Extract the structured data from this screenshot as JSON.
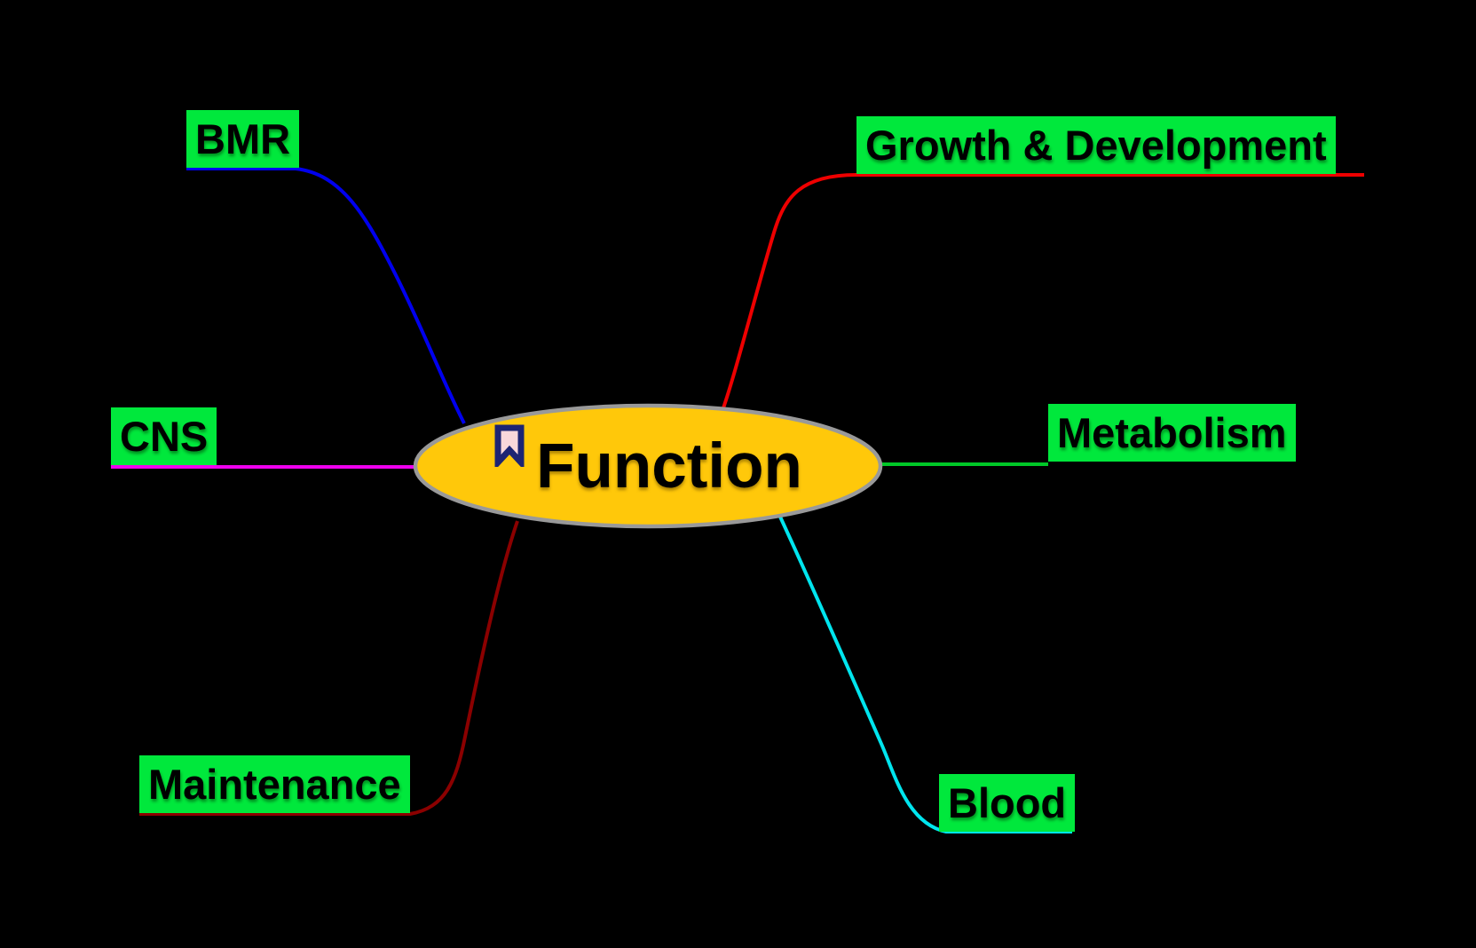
{
  "canvas": {
    "background": "#000000"
  },
  "center": {
    "label": "Function",
    "fill_color": "#FFC80A",
    "border_color": "#999999",
    "text_color": "#000000",
    "icon": "bookmark-icon",
    "icon_fill": "#F9D7DB",
    "icon_border": "#1D2473"
  },
  "label_style": {
    "bg": "#00E83C",
    "fg": "#000000"
  },
  "branches": [
    {
      "id": "bmr",
      "label": "BMR",
      "color": "#0000EE",
      "position": "top-left"
    },
    {
      "id": "cns",
      "label": "CNS",
      "color": "#EE00EE",
      "position": "left"
    },
    {
      "id": "maintenance",
      "label": "Maintenance",
      "color": "#8B0000",
      "position": "bottom-left"
    },
    {
      "id": "growth",
      "label": "Growth & Development",
      "color": "#EE0000",
      "position": "top-right"
    },
    {
      "id": "metabolism",
      "label": "Metabolism",
      "color": "#00C828",
      "position": "right"
    },
    {
      "id": "blood",
      "label": "Blood",
      "color": "#00E5EE",
      "position": "bottom-right"
    }
  ]
}
